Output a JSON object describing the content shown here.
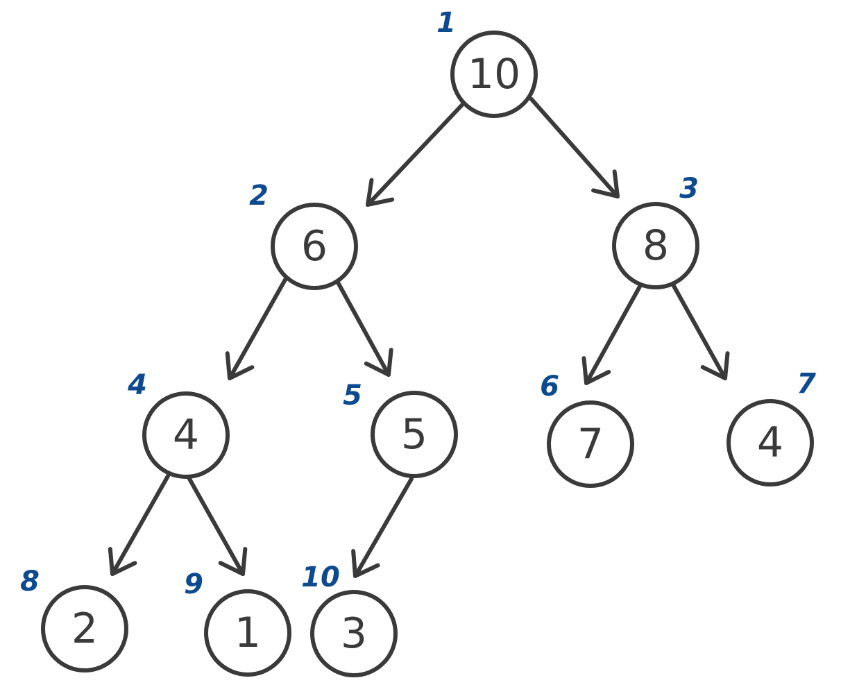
{
  "colors": {
    "stroke": "#3a3a3a",
    "index_label": "#0d4a8f",
    "background": "#ffffff"
  },
  "tree": {
    "nodes": [
      {
        "id": "n1",
        "index": "1",
        "value": "10"
      },
      {
        "id": "n2",
        "index": "2",
        "value": "6"
      },
      {
        "id": "n3",
        "index": "3",
        "value": "8"
      },
      {
        "id": "n4",
        "index": "4",
        "value": "4"
      },
      {
        "id": "n5",
        "index": "5",
        "value": "5"
      },
      {
        "id": "n6",
        "index": "6",
        "value": "7"
      },
      {
        "id": "n7",
        "index": "7",
        "value": "4"
      },
      {
        "id": "n8",
        "index": "8",
        "value": "2"
      },
      {
        "id": "n9",
        "index": "9",
        "value": "1"
      },
      {
        "id": "n10",
        "index": "10",
        "value": "3"
      }
    ],
    "edges": [
      {
        "from": "n1",
        "to": "n2"
      },
      {
        "from": "n1",
        "to": "n3"
      },
      {
        "from": "n2",
        "to": "n4"
      },
      {
        "from": "n2",
        "to": "n5"
      },
      {
        "from": "n3",
        "to": "n6"
      },
      {
        "from": "n3",
        "to": "n7"
      },
      {
        "from": "n4",
        "to": "n8"
      },
      {
        "from": "n4",
        "to": "n9"
      },
      {
        "from": "n5",
        "to": "n10"
      }
    ]
  }
}
